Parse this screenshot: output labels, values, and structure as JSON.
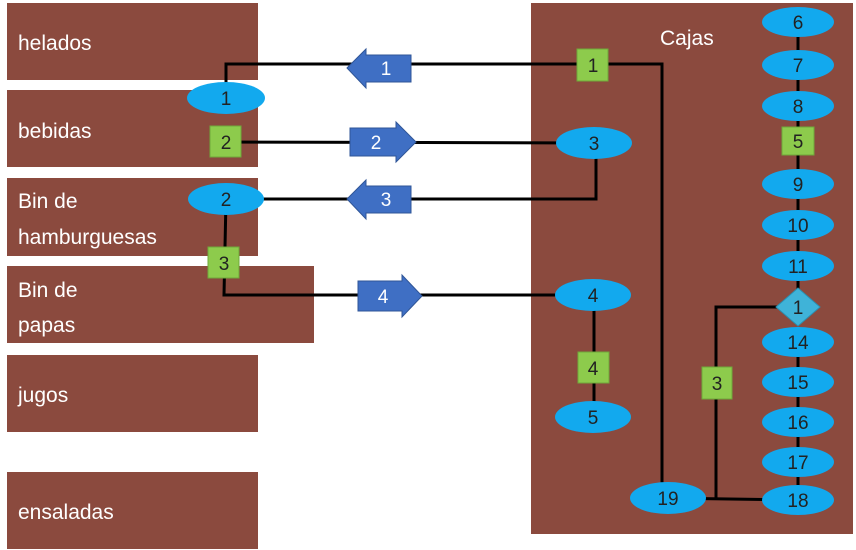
{
  "colors": {
    "station_fill": "#8B4A3E",
    "oval_fill": "#12A9EE",
    "square_fill": "#8DCB4C",
    "arrow_fill": "#3F6FC4",
    "line": "#000000"
  },
  "stations": {
    "helados": "helados",
    "bebidas": "bebidas",
    "hamburguesas_1": "Bin de",
    "hamburguesas_2": "hamburguesas",
    "papas_1": "Bin de",
    "papas_2": "papas",
    "jugos": "jugos",
    "ensaladas": "ensaladas",
    "cajas": "Cajas"
  },
  "ovals": {
    "left_1": "1",
    "left_2": "2",
    "mid_3": "3",
    "mid_4": "4",
    "mid_5": "5",
    "c6": "6",
    "c7": "7",
    "c8": "8",
    "c9": "9",
    "c10": "10",
    "c11": "11",
    "c14": "14",
    "c15": "15",
    "c16": "16",
    "c17": "17",
    "c18": "18",
    "c19": "19"
  },
  "squares": {
    "s_bebidas": "2",
    "s_hamb": "3",
    "s_cajas": "1",
    "s_col": "5",
    "s_mid4": "4",
    "s_right3": "3"
  },
  "diamond": "1",
  "arrows": {
    "a1": "1",
    "a2": "2",
    "a3": "3",
    "a4": "4"
  }
}
